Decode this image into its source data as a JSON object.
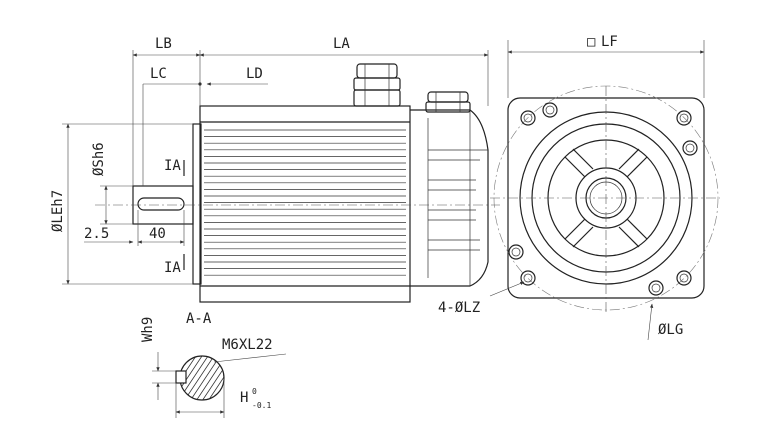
{
  "dimensions": {
    "lb": "LB",
    "la": "LA",
    "lc": "LC",
    "ld": "LD",
    "lf_square": "□",
    "lf": "LF",
    "sh6": "ØSh6",
    "leh7": "ØLEh7",
    "ia_top": "IA",
    "ia_bottom": "IA",
    "val_2_5": "2.5",
    "val_40": "40",
    "lz": "4-ØLZ",
    "lg": "ØLG"
  },
  "section": {
    "title": "A-A",
    "thread": "M6XL22",
    "wh9": "Wh9",
    "h": "H",
    "h_upper_tol": "0",
    "h_lower_tol": "-0.1"
  }
}
